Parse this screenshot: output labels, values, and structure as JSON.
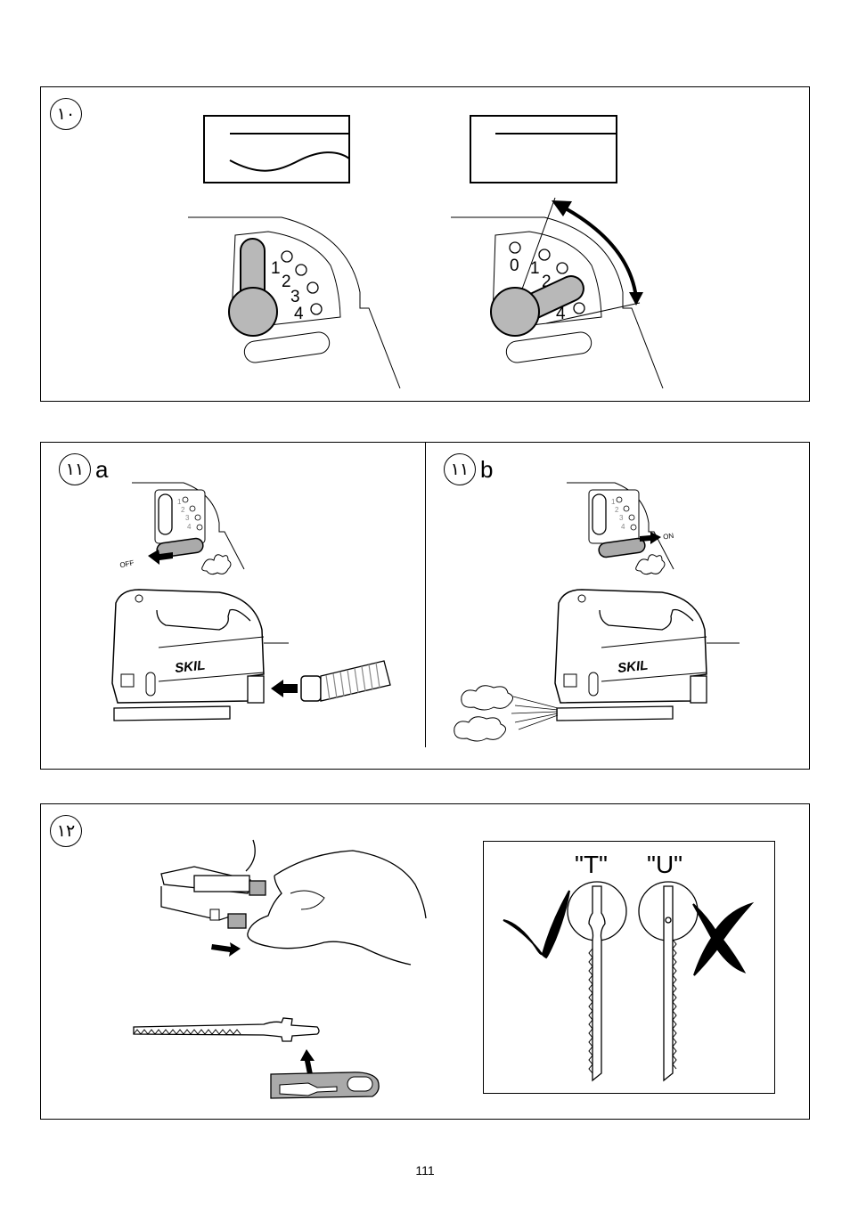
{
  "fig10": {
    "badge": "١٠",
    "dial_left": [
      "1",
      "2",
      "3",
      "4"
    ],
    "dial_right": [
      "0",
      "1",
      "2",
      "4"
    ]
  },
  "fig11a": {
    "badge": "١١",
    "letter": "a",
    "switch_label": "OFF",
    "brand": "SKIL",
    "dial": [
      "1",
      "2",
      "3",
      "4"
    ]
  },
  "fig11b": {
    "badge": "١١",
    "letter": "b",
    "switch_label": "ON",
    "brand": "SKIL",
    "dial": [
      "1",
      "2",
      "3",
      "4"
    ]
  },
  "fig12": {
    "badge": "١٢",
    "blade_t_label": "\"T\"",
    "blade_u_label": "\"U\""
  },
  "page_number": "111"
}
